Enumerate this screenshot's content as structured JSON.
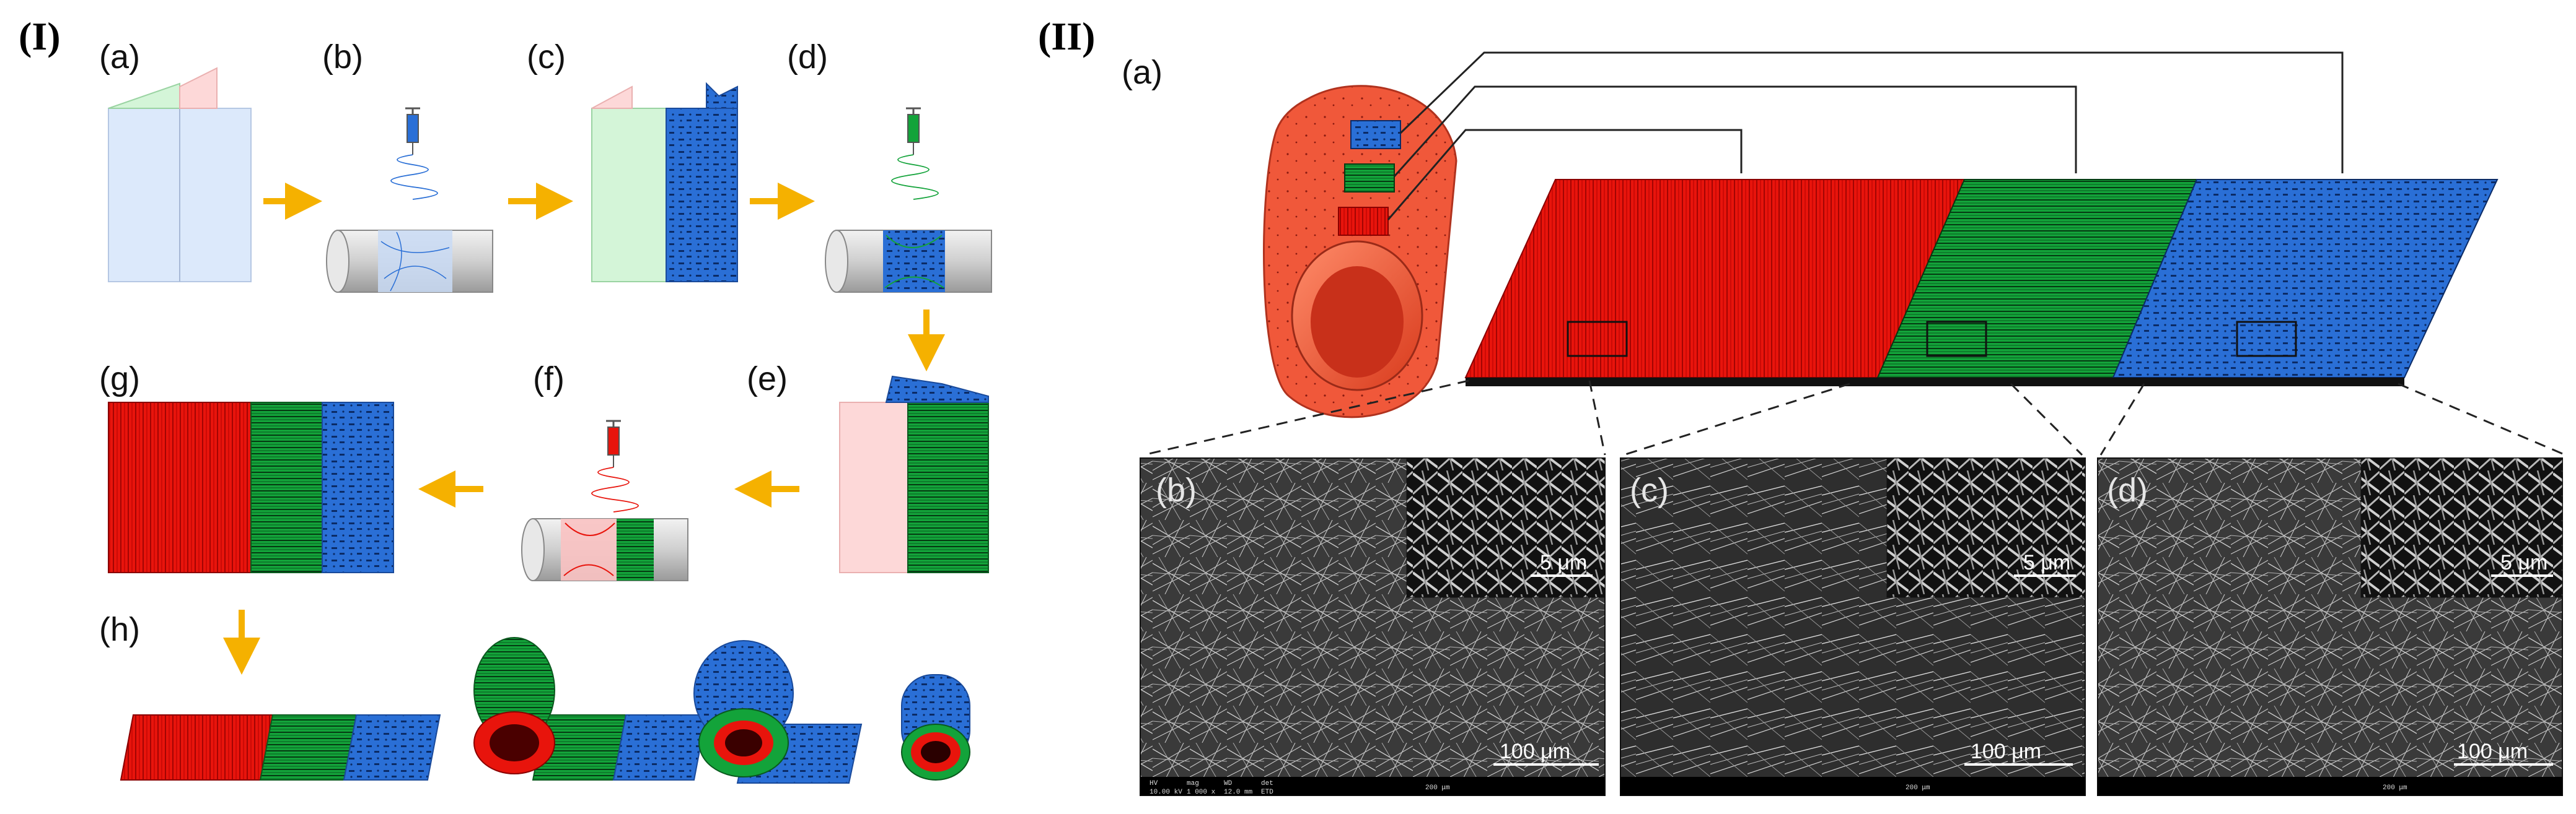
{
  "panels": {
    "left_label": "(I)",
    "right_label": "(II)"
  },
  "steps": {
    "a": "(a)",
    "b": "(b)",
    "c": "(c)",
    "d": "(d)",
    "e": "(e)",
    "f": "(f)",
    "g": "(g)",
    "h": "(h)"
  },
  "right": {
    "a": "(a)",
    "sem": [
      {
        "label": "(b)",
        "inset_scale": "5 μm",
        "main_scale": "100 μm",
        "bar_text": "200 μm"
      },
      {
        "label": "(c)",
        "inset_scale": "5 μm",
        "main_scale": "100 μm",
        "bar_text": "200 μm"
      },
      {
        "label": "(d)",
        "inset_scale": "5 μm",
        "main_scale": "100 μm",
        "bar_text": "200 μm"
      }
    ],
    "sem_meta": [
      "HV",
      "mag",
      "WD",
      "det",
      "10.00 kV",
      "1 000 x",
      "12.0 mm",
      "ETD"
    ]
  },
  "colors": {
    "red": "#e8140c",
    "green": "#13a33a",
    "blue": "#2a6fd6",
    "light_blue": "#dce9fb",
    "light_green": "#d4f5d8",
    "light_pink": "#fdd8d8",
    "arrow": "#f5b100",
    "cylinder": "#d8d8d8"
  }
}
